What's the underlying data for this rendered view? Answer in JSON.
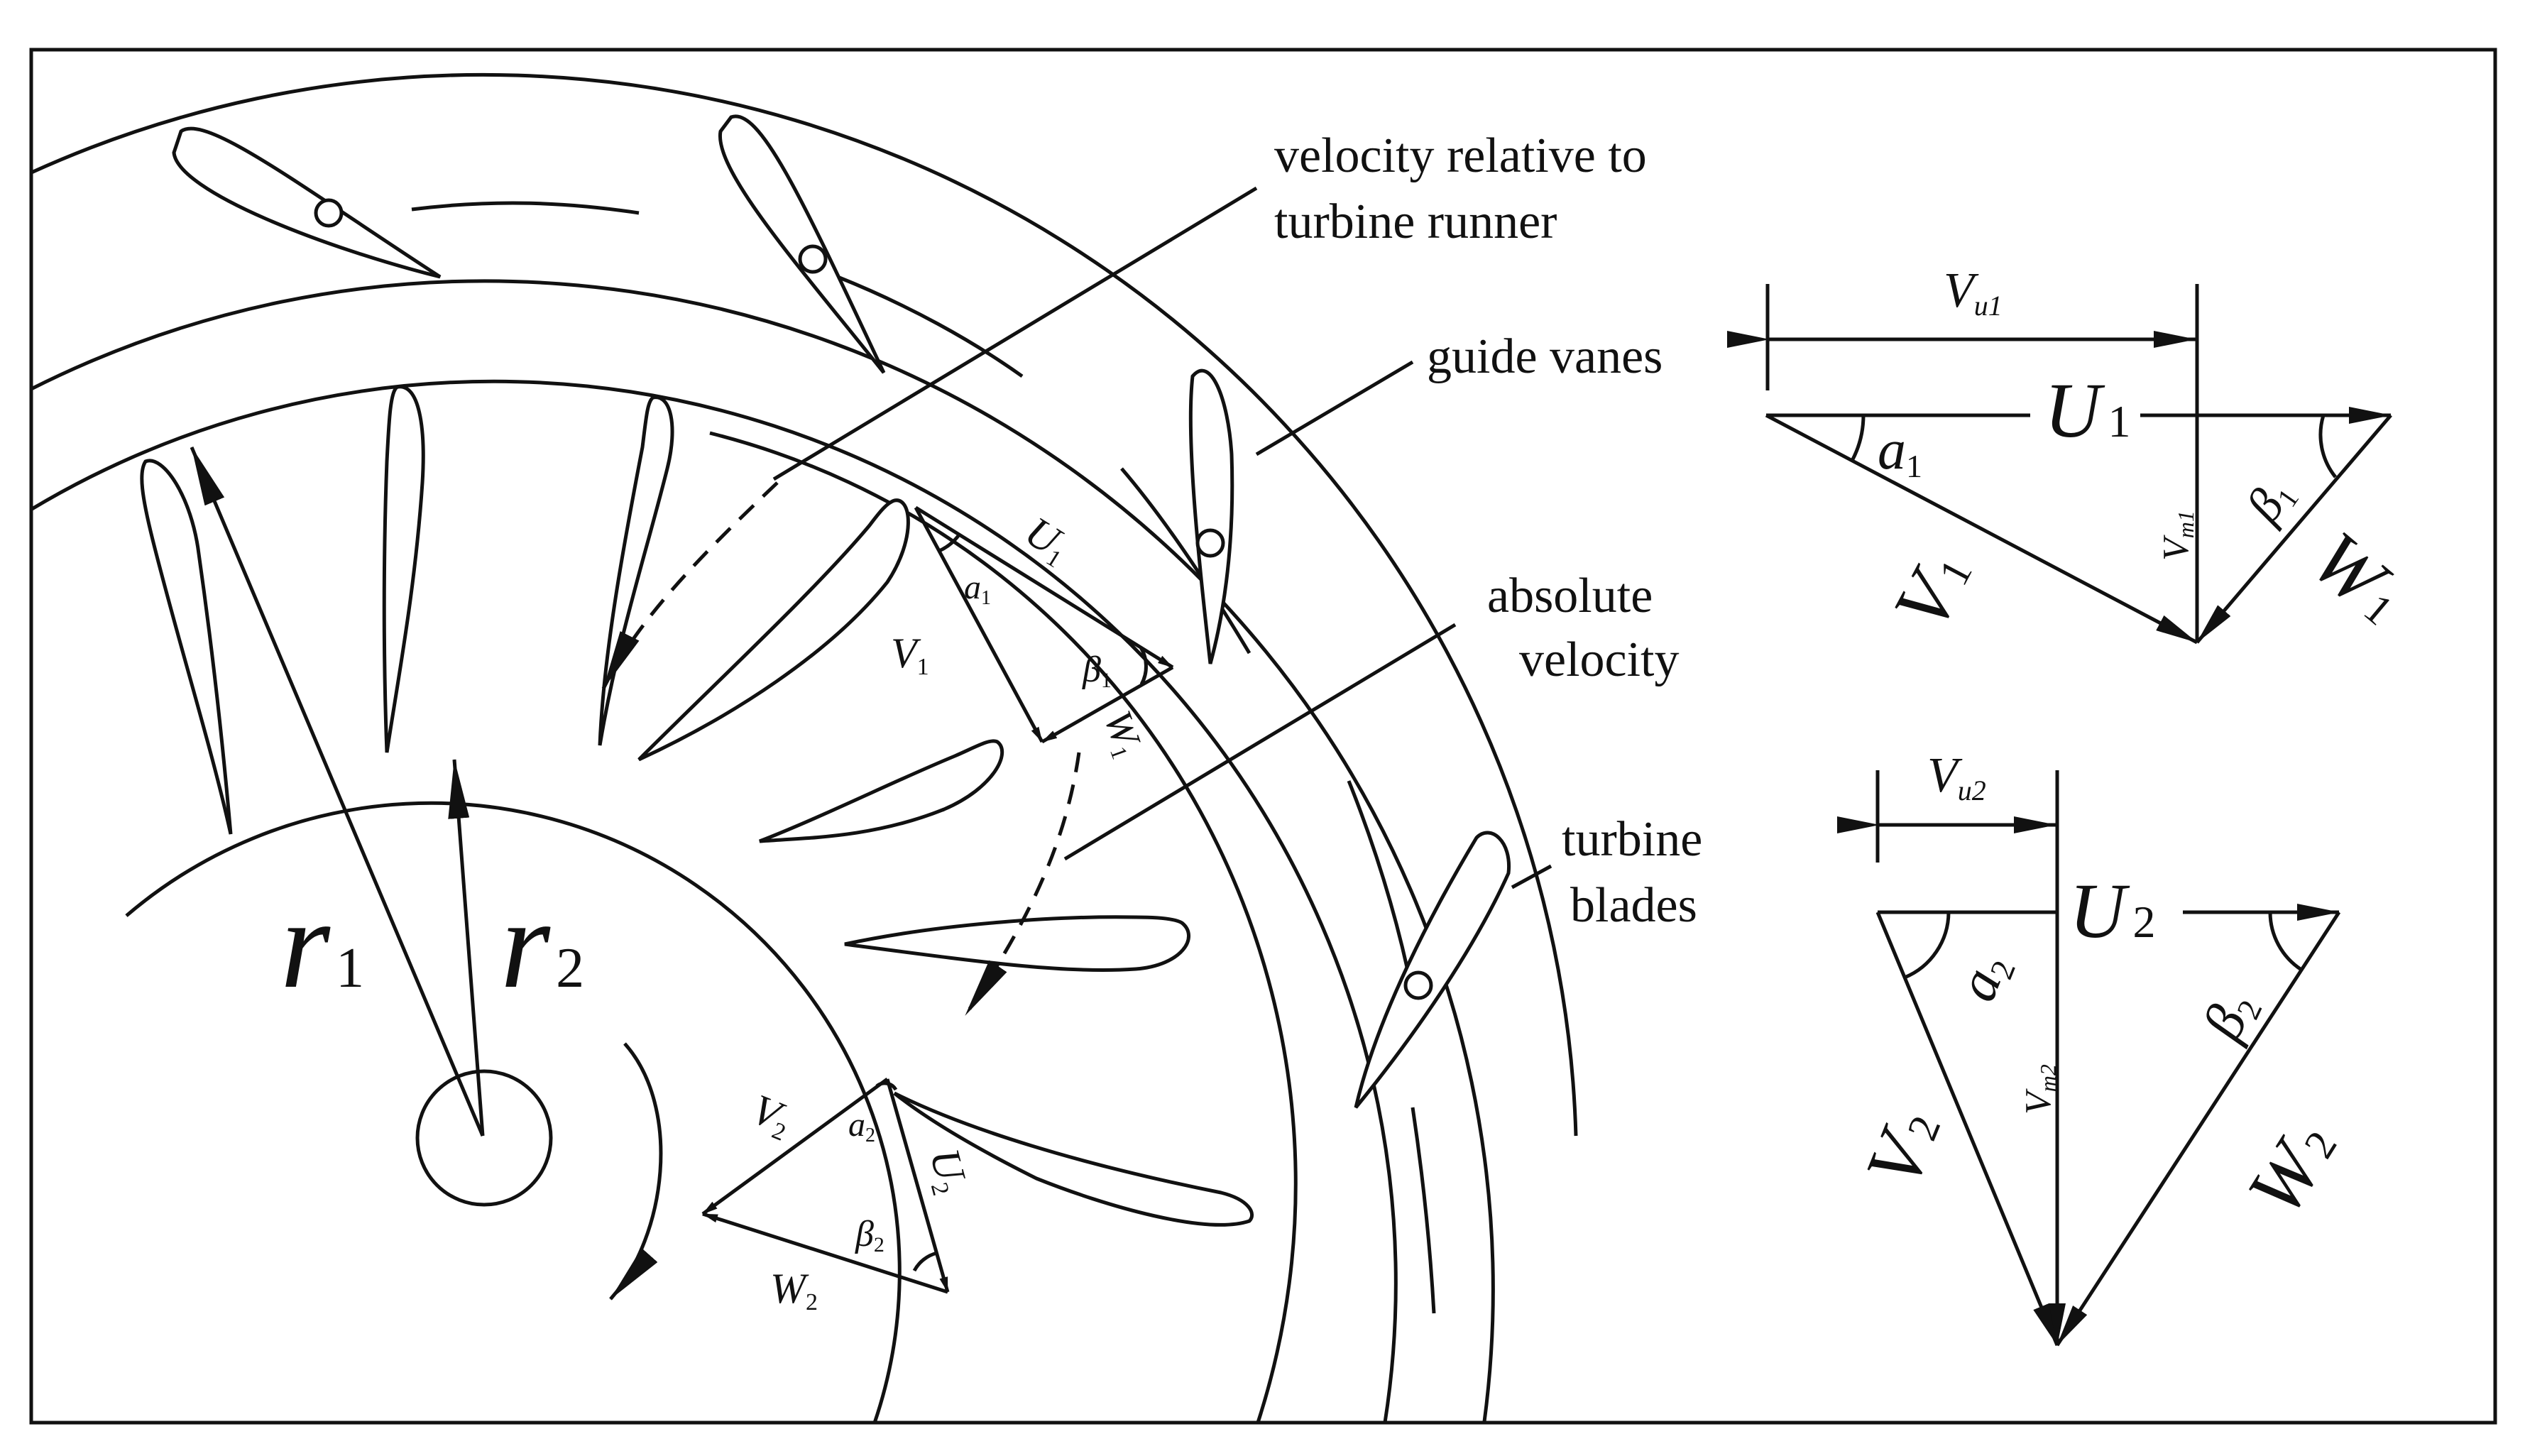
{
  "colors": {
    "ink": "#111111",
    "background": "#ffffff"
  },
  "callouts": {
    "relative_line1": "velocity relative to",
    "relative_line2": "turbine runner",
    "guide_vanes": "guide vanes",
    "absolute_line1": "absolute",
    "absolute_line2": "velocity",
    "blades_line1": "turbine",
    "blades_line2": "blades"
  },
  "radii": {
    "r1": {
      "main": "r",
      "sub": "1"
    },
    "r2": {
      "main": "r",
      "sub": "2"
    }
  },
  "runner_inlet": {
    "U": "U",
    "U_sub": "1",
    "V": "V",
    "V_sub": "1",
    "W": "W",
    "W_sub": "1",
    "alpha": "a",
    "alpha_sub": "1",
    "beta": "β",
    "beta_sub": "1"
  },
  "runner_outlet": {
    "U": "U",
    "U_sub": "2",
    "V": "V",
    "V_sub": "2",
    "W": "W",
    "W_sub": "2",
    "alpha": "a",
    "alpha_sub": "2",
    "beta": "β",
    "beta_sub": "2"
  },
  "triangle1": {
    "Vu": "V",
    "Vu_sub": "u1",
    "U": "U",
    "U_sub": "1",
    "alpha": "a",
    "alpha_sub": "1",
    "beta": "β",
    "beta_sub": "1",
    "Vm": "V",
    "Vm_sub": "m1",
    "V": "V",
    "V_sub": "1",
    "W": "W",
    "W_sub": "1"
  },
  "triangle2": {
    "Vu": "V",
    "Vu_sub": "u2",
    "U": "U",
    "U_sub": "2",
    "alpha": "a",
    "alpha_sub": "2",
    "beta": "β",
    "beta_sub": "2",
    "Vm": "V",
    "Vm_sub": "m2",
    "V": "V",
    "V_sub": "2",
    "W": "W",
    "W_sub": "2"
  }
}
